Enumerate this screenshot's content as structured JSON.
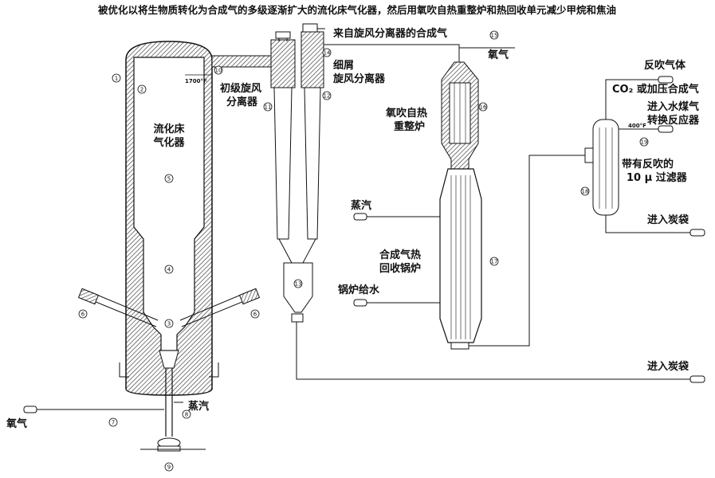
{
  "title": "被优化以将生物质转化为合成气的多级逐渐扩大的流化床气化器，然后用氧吹自热重整炉和热回收单元减少甲烷和焦油",
  "labels": {
    "fluidized_bed_gasifier": [
      "流化床",
      "气化器"
    ],
    "primary_cyclone": [
      "初级旋风",
      "分离器"
    ],
    "fine_cyclone": [
      "细屑",
      "旋风分离器"
    ],
    "syngas_from_cyclone": "来自旋风分离器的合成气",
    "oxygen_top": "氧气",
    "oxygen_blown_reformer": [
      "氧吹自热",
      "重整炉"
    ],
    "steam_mid": "蒸汽",
    "syngas_heat_recovery_boiler": [
      "合成气热",
      "回收锅炉"
    ],
    "boiler_feed_water": "锅炉给水",
    "backblow_gas": "反吹气体",
    "co2_or_pressurized_syngas": "CO₂ 或加压合成气",
    "to_water_gas_shift": [
      "进入水煤气",
      "转换反应器"
    ],
    "backblow_filter": [
      "带有反吹的",
      "10 μ 过滤器"
    ],
    "to_bag_1": "进入炭袋",
    "to_bag_2": "进入炭袋",
    "oxygen_left": "氧气",
    "steam_bottom": "蒸汽",
    "temp_1700": "1700°F",
    "temp_400": "400°F"
  },
  "callouts": [
    "1",
    "2",
    "3",
    "4",
    "5",
    "6",
    "6",
    "7",
    "8",
    "9",
    "10",
    "11",
    "12",
    "13",
    "14",
    "15",
    "16",
    "17",
    "18",
    "19"
  ]
}
